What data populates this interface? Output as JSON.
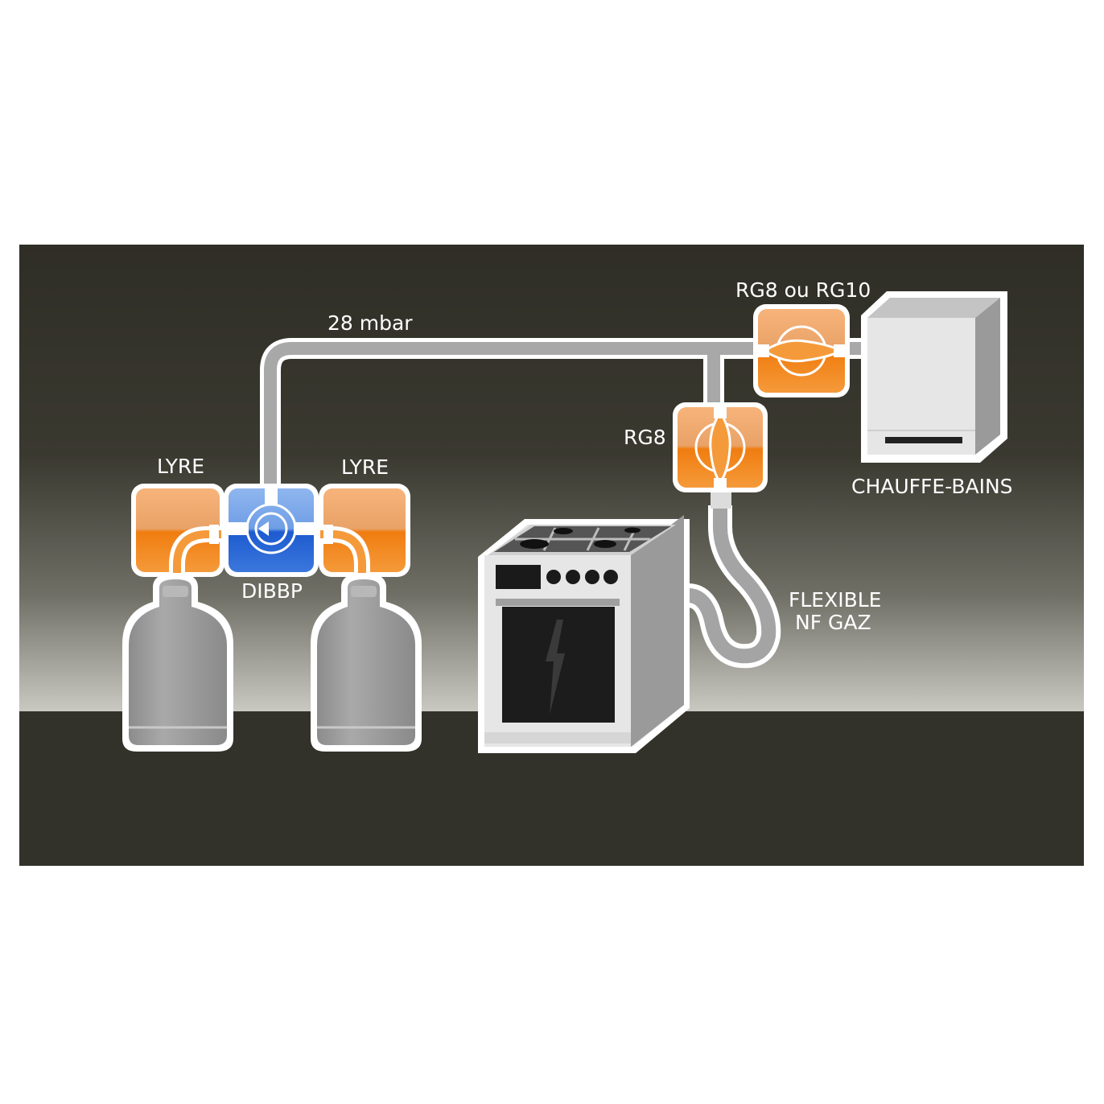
{
  "labels": {
    "pressure": "28 mbar",
    "regulator_heater": "RG8 ou RG10",
    "regulator_cooker": "RG8",
    "lyre_left": "LYRE",
    "lyre_right": "LYRE",
    "coupler": "DIBBP",
    "heater": "CHAUFFE-BAINS",
    "hose_line1": "FLEXIBLE",
    "hose_line2": "NF GAZ"
  },
  "colors": {
    "background_dark": "#33322a",
    "pipe": "#a8a8a8",
    "regulator_orange": "#f08a1e",
    "coupler_blue": "#2f6fd6",
    "cylinder_grey": "#9a9a9a",
    "appliance_light": "#e4e4e4"
  },
  "icons": [
    "gas-cylinder-icon",
    "regulator-icon",
    "coupler-valve-icon",
    "cooker-icon",
    "water-heater-icon",
    "flexible-hose-icon"
  ]
}
